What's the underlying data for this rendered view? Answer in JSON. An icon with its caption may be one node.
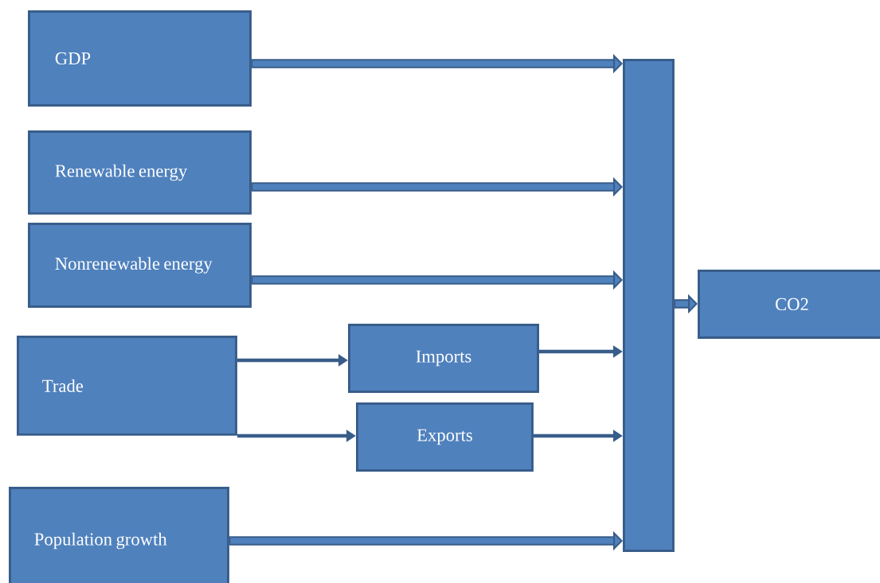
{
  "diagram": {
    "nodes": [
      {
        "text": [
          "GDP"
        ]
      },
      {
        "text": [
          "Renewable energy"
        ]
      },
      {
        "text": [
          "Nonrenewable energy"
        ]
      },
      {
        "text": [
          "Trade"
        ]
      },
      {
        "text": [
          "Imports"
        ]
      },
      {
        "text": [
          "Exports"
        ]
      },
      {
        "text": [
          "Population growth"
        ]
      },
      {
        "text": [],
        "shape": "bar"
      },
      {
        "text": [
          "CO2"
        ]
      }
    ],
    "edges": [
      {
        "from": 0,
        "to": 7,
        "arrow": "to"
      },
      {
        "from": 1,
        "to": 7,
        "arrow": "to"
      },
      {
        "from": 2,
        "to": 7,
        "arrow": "to"
      },
      {
        "from": 3,
        "to": 4,
        "arrow": "to"
      },
      {
        "from": 3,
        "to": 5,
        "arrow": "to"
      },
      {
        "from": 4,
        "to": 7,
        "arrow": "to"
      },
      {
        "from": 5,
        "to": 7,
        "arrow": "to"
      },
      {
        "from": 6,
        "to": 7,
        "arrow": "to"
      },
      {
        "from": 7,
        "to": 8,
        "arrow": "to"
      }
    ]
  }
}
